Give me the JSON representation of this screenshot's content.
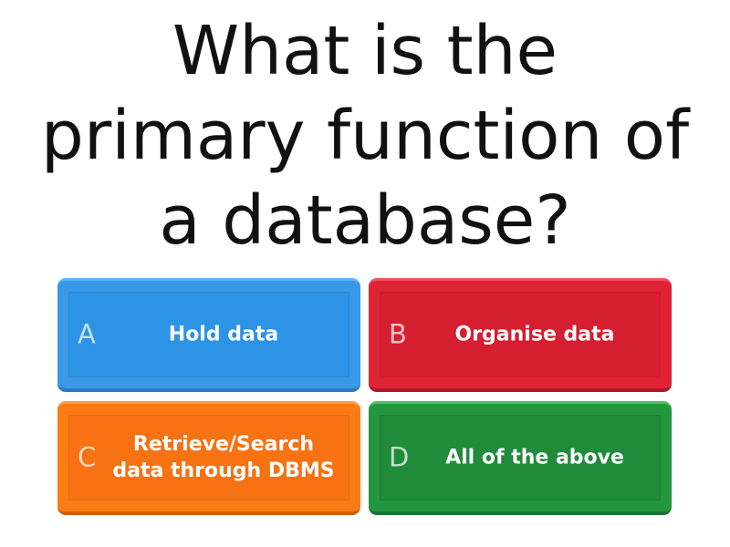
{
  "question": "What is the primary function of a database?",
  "answers": [
    {
      "letter": "A",
      "text": "Hold data",
      "color": "#2c93e5"
    },
    {
      "letter": "B",
      "text": "Organise data",
      "color": "#d51e30"
    },
    {
      "letter": "C",
      "text": "Retrieve/Search data through DBMS",
      "color": "#f67212"
    },
    {
      "letter": "D",
      "text": "All of the above",
      "color": "#208b3a"
    }
  ]
}
